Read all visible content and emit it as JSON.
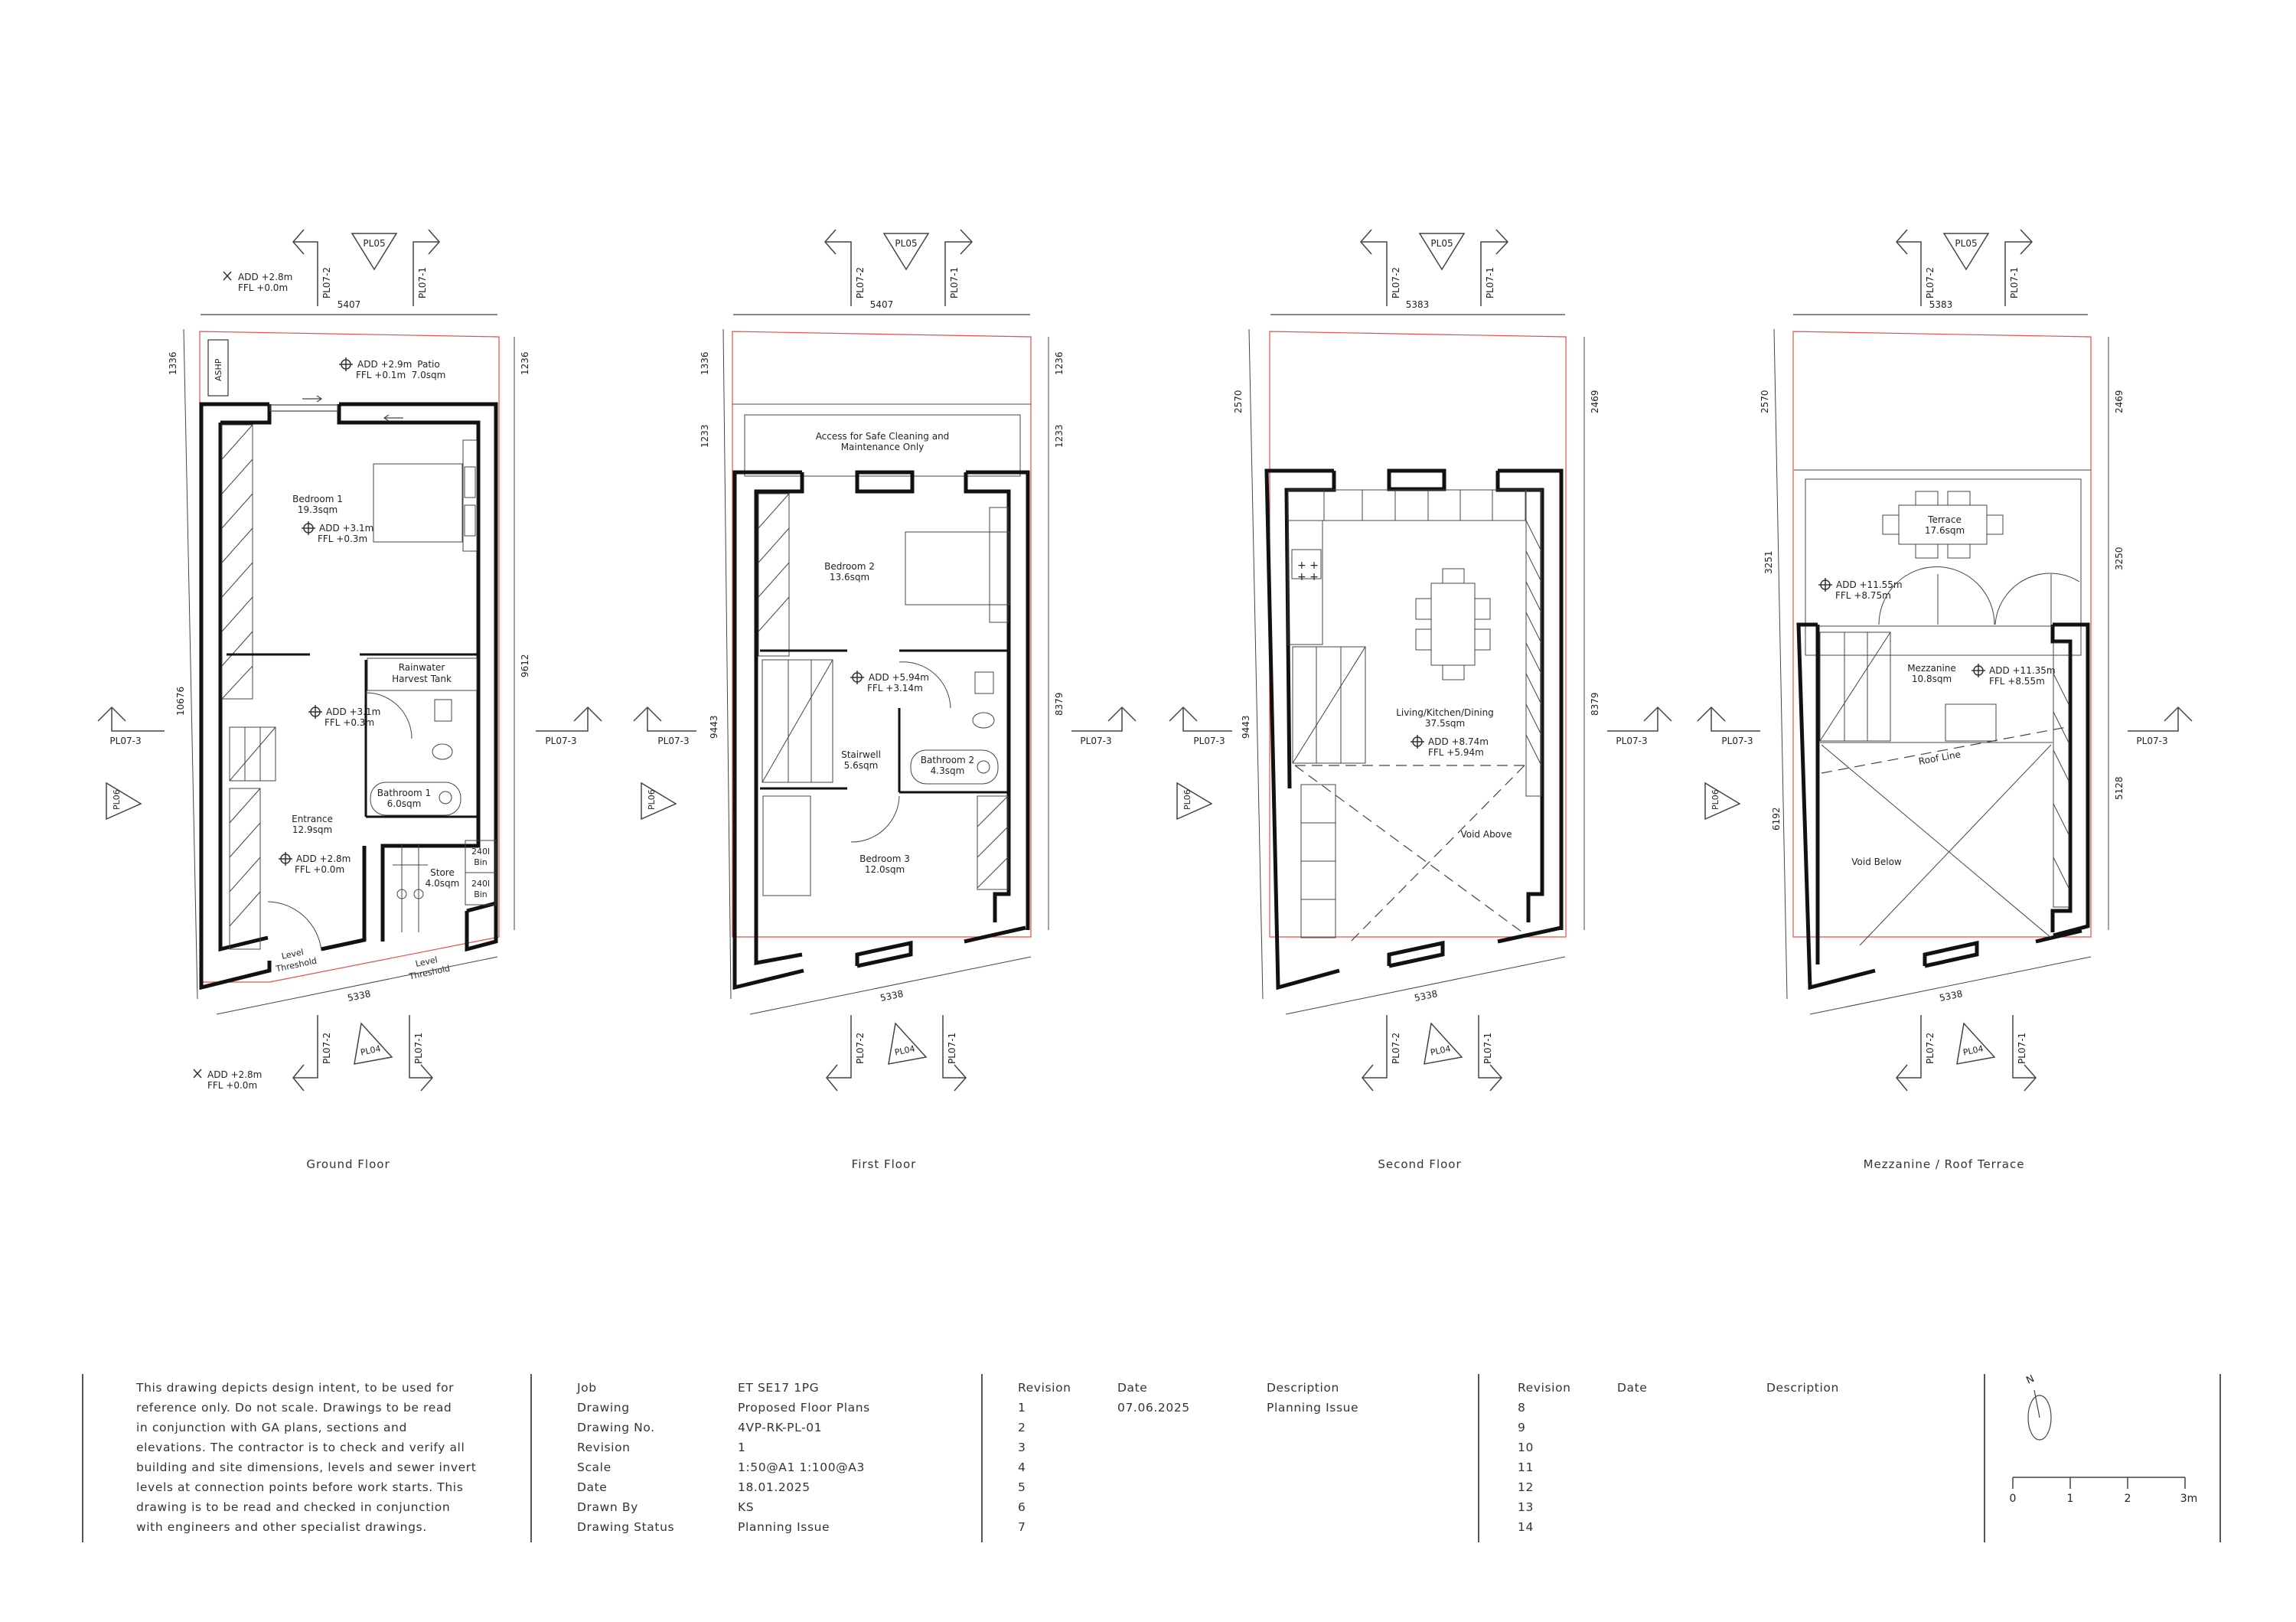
{
  "drawing_sheet": {
    "floors": [
      {
        "caption": "Ground Floor",
        "top_dimension": "5407",
        "bottom_dimension": "5338",
        "left_dimensions": [
          "1336",
          "10676"
        ],
        "right_dimensions": [
          "1236",
          "9612"
        ],
        "section_markers": {
          "top_left": "PL07-2",
          "top_right": "PL07-1",
          "top_elevation": "PL05",
          "bottom_left": "PL07-2",
          "bottom_right": "PL07-1",
          "bottom_elevation": "PL04",
          "left_section": "PL07-3",
          "left_elevation": "PL06",
          "right_section": "PL07-3"
        },
        "levels": [
          {
            "add": "ADD +2.8m",
            "ffl": "FFL +0.0m"
          },
          {
            "add": "ADD +2.9m",
            "ffl": "FFL +0.1m"
          },
          {
            "add": "ADD +3.1m",
            "ffl": "FFL +0.3m"
          },
          {
            "add": "ADD +3.1m",
            "ffl": "FFL +0.3m"
          },
          {
            "add": "ADD +2.8m",
            "ffl": "FFL +0.0m"
          },
          {
            "add": "ADD +2.8m",
            "ffl": "FFL +0.0m"
          }
        ],
        "rooms": [
          {
            "name": "Patio",
            "area": "7.0sqm"
          },
          {
            "name": "Bedroom 1",
            "area": "19.3sqm"
          },
          {
            "name": "Rainwater",
            "area": "Harvest Tank"
          },
          {
            "name": "Bathroom 1",
            "area": "6.0sqm"
          },
          {
            "name": "Entrance",
            "area": "12.9sqm"
          },
          {
            "name": "Store",
            "area": "4.0sqm"
          },
          {
            "name": "240l",
            "area": "Bin"
          },
          {
            "name": "240l",
            "area": "Bin"
          },
          {
            "name": "Level",
            "area": "Threshold"
          },
          {
            "name": "Level",
            "area": "Threshold"
          }
        ],
        "ashp_label": "ASHP"
      },
      {
        "caption": "First Floor",
        "top_dimension": "5407",
        "bottom_dimension": "5338",
        "left_dimensions": [
          "1336",
          "1233",
          "9443"
        ],
        "right_dimensions": [
          "1236",
          "1233",
          "8379"
        ],
        "section_markers": {
          "top_left": "PL07-2",
          "top_right": "PL07-1",
          "top_elevation": "PL05",
          "bottom_left": "PL07-2",
          "bottom_right": "PL07-1",
          "bottom_elevation": "PL04",
          "left_section": "PL07-3",
          "left_elevation": "PL06",
          "right_section": "PL07-3"
        },
        "levels": [
          {
            "add": "ADD +5.94m",
            "ffl": "FFL +3.14m"
          }
        ],
        "rooms": [
          {
            "name": "Access for Safe Cleaning and",
            "area": "Maintenance Only"
          },
          {
            "name": "Bedroom 2",
            "area": "13.6sqm"
          },
          {
            "name": "Stairwell",
            "area": "5.6sqm"
          },
          {
            "name": "Bathroom 2",
            "area": "4.3sqm"
          },
          {
            "name": "Bedroom 3",
            "area": "12.0sqm"
          }
        ]
      },
      {
        "caption": "Second Floor",
        "top_dimension": "5383",
        "bottom_dimension": "5338",
        "left_dimensions": [
          "2570",
          "9443"
        ],
        "right_dimensions": [
          "2469",
          "8379"
        ],
        "section_markers": {
          "top_left": "PL07-2",
          "top_right": "PL07-1",
          "top_elevation": "PL05",
          "bottom_left": "PL07-2",
          "bottom_right": "PL07-1",
          "bottom_elevation": "PL04",
          "left_section": "PL07-3",
          "left_elevation": "PL06",
          "right_section": "PL07-3"
        },
        "levels": [
          {
            "add": "ADD +8.74m",
            "ffl": "FFL +5.94m"
          }
        ],
        "rooms": [
          {
            "name": "Living/Kitchen/Dining",
            "area": "37.5sqm"
          },
          {
            "name": "Void Above",
            "area": ""
          }
        ]
      },
      {
        "caption": "Mezzanine / Roof Terrace",
        "top_dimension": "5383",
        "bottom_dimension": "5338",
        "left_dimensions": [
          "2570",
          "3251",
          "6192"
        ],
        "right_dimensions": [
          "2469",
          "3250",
          "5128"
        ],
        "section_markers": {
          "top_left": "PL07-2",
          "top_right": "PL07-1",
          "top_elevation": "PL05",
          "bottom_left": "PL07-2",
          "bottom_right": "PL07-1",
          "bottom_elevation": "PL04",
          "left_section": "PL07-3",
          "left_elevation": "PL06",
          "right_section": "PL07-3"
        },
        "levels": [
          {
            "add": "ADD +11.55m",
            "ffl": "FFL +8.75m"
          },
          {
            "add": "ADD +11.35m",
            "ffl": "FFL +8.55m"
          }
        ],
        "rooms": [
          {
            "name": "Terrace",
            "area": "17.6sqm"
          },
          {
            "name": "Mezzanine",
            "area": "10.8sqm"
          },
          {
            "name": "Roof Line",
            "area": ""
          },
          {
            "name": "Void Below",
            "area": ""
          }
        ]
      }
    ]
  },
  "title_block": {
    "notes": [
      "This drawing depicts design intent, to be used for",
      "reference only. Do not scale. Drawings to be read",
      "in conjunction with GA plans, sections and",
      "elevations. The contractor is to check and verify all",
      "building and site dimensions, levels and sewer invert",
      "levels at connection points before work starts. This",
      "drawing is to be read and checked in conjunction",
      "with engineers and other specialist drawings."
    ],
    "info": [
      {
        "label": "Job",
        "value": "ET SE17 1PG"
      },
      {
        "label": "Drawing",
        "value": "Proposed Floor Plans"
      },
      {
        "label": "Drawing No.",
        "value": "4VP-RK-PL-01"
      },
      {
        "label": "Revision",
        "value": "1"
      },
      {
        "label": "Scale",
        "value": "1:50@A1 1:100@A3"
      },
      {
        "label": "Date",
        "value": "18.01.2025"
      },
      {
        "label": "Drawn By",
        "value": "KS"
      },
      {
        "label": "Drawing Status",
        "value": "Planning Issue"
      }
    ],
    "revision_headers": {
      "revision": "Revision",
      "date": "Date",
      "description": "Description"
    },
    "revisions_a": [
      {
        "rev": "1",
        "date": "07.06.2025",
        "description": "Planning Issue"
      },
      {
        "rev": "2",
        "date": "",
        "description": ""
      },
      {
        "rev": "3",
        "date": "",
        "description": ""
      },
      {
        "rev": "4",
        "date": "",
        "description": ""
      },
      {
        "rev": "5",
        "date": "",
        "description": ""
      },
      {
        "rev": "6",
        "date": "",
        "description": ""
      },
      {
        "rev": "7",
        "date": "",
        "description": ""
      }
    ],
    "revisions_b": [
      {
        "rev": "8",
        "date": "",
        "description": ""
      },
      {
        "rev": "9",
        "date": "",
        "description": ""
      },
      {
        "rev": "10",
        "date": "",
        "description": ""
      },
      {
        "rev": "11",
        "date": "",
        "description": ""
      },
      {
        "rev": "12",
        "date": "",
        "description": ""
      },
      {
        "rev": "13",
        "date": "",
        "description": ""
      },
      {
        "rev": "14",
        "date": "",
        "description": ""
      }
    ],
    "north_label": "N",
    "scale_bar": {
      "ticks": [
        "0",
        "1",
        "2",
        "3m"
      ]
    }
  },
  "colors": {
    "boundary": "#d9534f",
    "wall": "#111111",
    "line": "#444444"
  }
}
